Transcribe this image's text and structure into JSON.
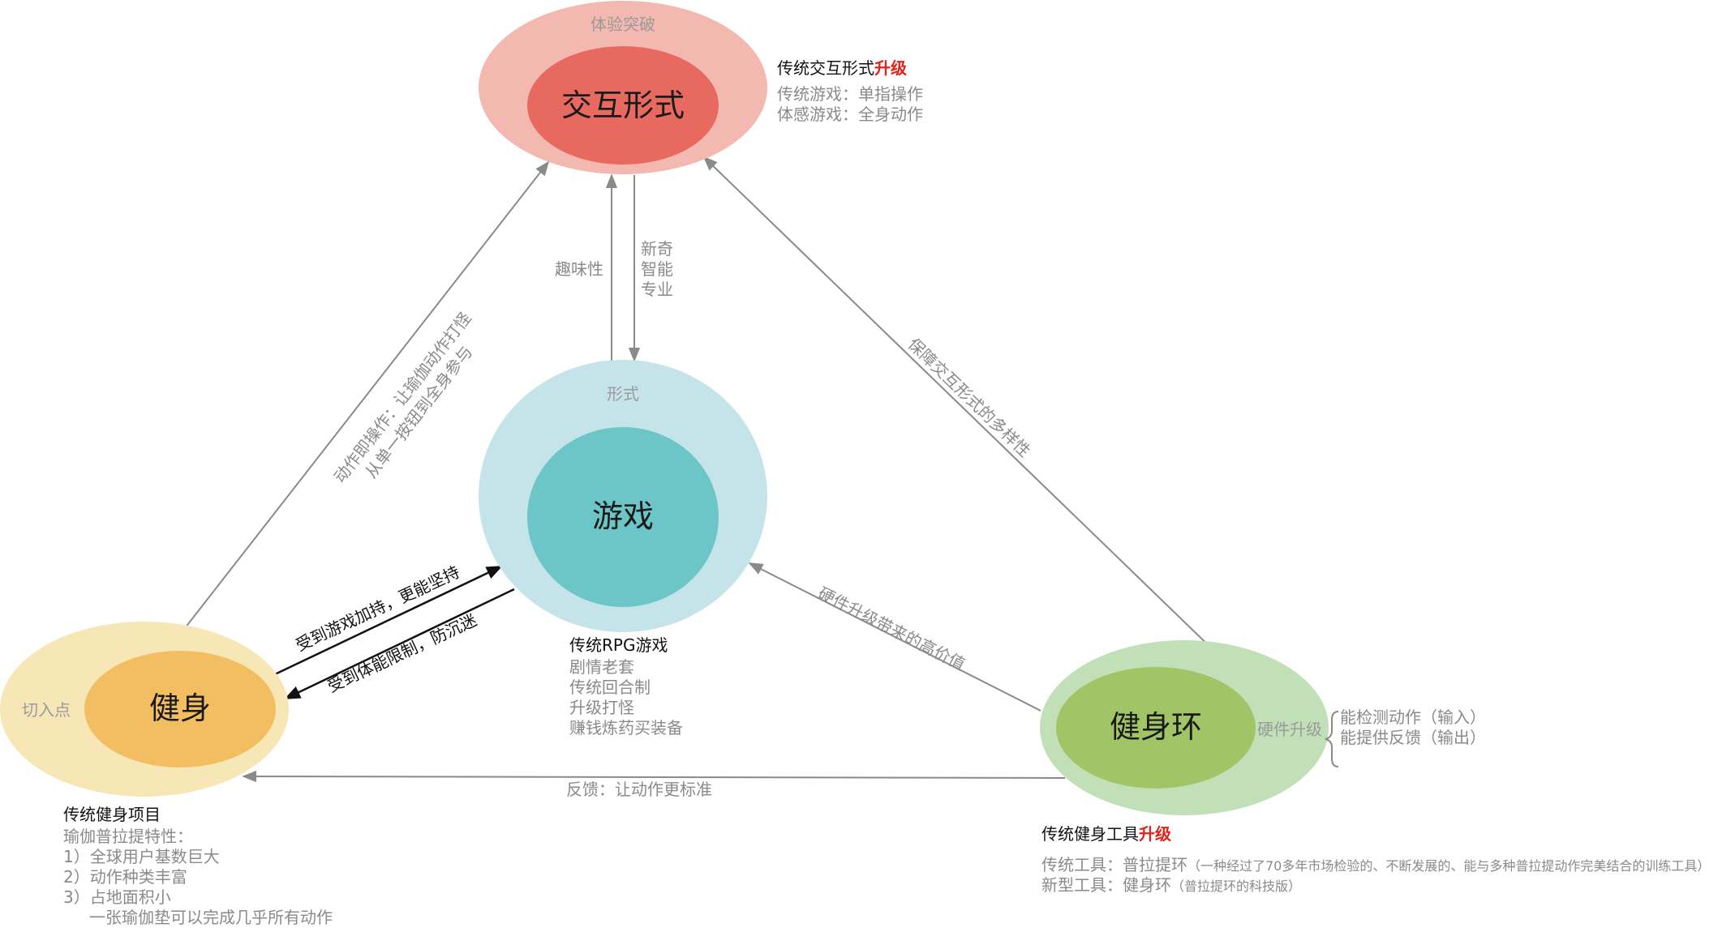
{
  "nodes": {
    "interaction": {
      "title": "交互形式",
      "ring": "体验突破"
    },
    "game": {
      "title": "游戏",
      "ring": "形式"
    },
    "fitness": {
      "title": "健身",
      "ring": "切入点"
    },
    "ring_con": {
      "title": "健身环",
      "ring": "硬件升级"
    }
  },
  "interaction_note": {
    "head": "传统交互形式",
    "head_red": "升级",
    "lines": [
      "传统游戏：单指操作",
      "体感游戏：全身动作"
    ]
  },
  "game_note": {
    "head": "传统RPG游戏",
    "lines": [
      "剧情老套",
      "传统回合制",
      "升级打怪",
      "赚钱炼药买装备"
    ]
  },
  "fitness_note": {
    "head": "传统健身项目",
    "lines": [
      "瑜伽普拉提特性：",
      "1）全球用户基数巨大",
      "2）动作种类丰富",
      "3）占地面积小",
      "一张瑜伽垫可以完成几乎所有动作"
    ]
  },
  "ring_note": {
    "head": "传统健身工具",
    "head_red": "升级",
    "line1_main": "传统工具：普拉提环",
    "line1_small": "（一种经过了70多年市场检验的、不断发展的、能与多种普拉提动作完美结合的训练工具）",
    "line2_main": "新型工具：健身环",
    "line2_small": "（普拉提环的科技版）"
  },
  "hardware_items": [
    "能检测动作（输入）",
    "能提供反馈（输出）"
  ],
  "edges": {
    "fun": "趣味性",
    "novel": [
      "新奇",
      "智能",
      "专业"
    ],
    "fitness_to_interaction_1": "动作即操作：让瑜伽动作打怪",
    "fitness_to_interaction_2": "从单一按钮到全身参与",
    "ring_to_interaction": "保障交互形式的多样性",
    "ring_to_game": "硬件升级带来的高价值",
    "fitness_to_game": "受到游戏加持，更能坚持",
    "game_to_fitness": "受到体能限制，防沉迷",
    "ring_to_fitness": "反馈：让动作更标准"
  },
  "colors": {
    "interaction_outer": "#f3b9b0",
    "interaction_inner": "#e8695f",
    "game_outer": "#c4e4e9",
    "game_inner": "#6cc6c8",
    "fitness_outer": "#f7e6b6",
    "fitness_inner": "#f3bd62",
    "ring_outer": "#c1e0b8",
    "ring_inner": "#a1c566",
    "accent_red": "#e0231a"
  }
}
